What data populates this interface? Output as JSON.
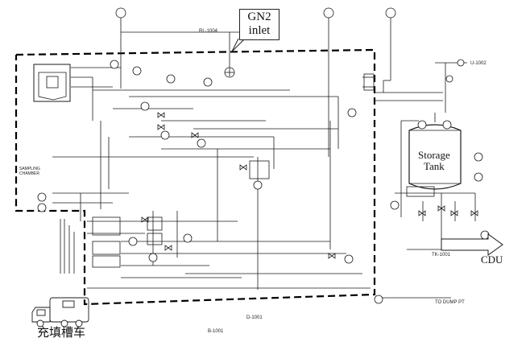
{
  "labels": {
    "gn2_inlet": "GN2\ninlet",
    "storage_tank": "Storage\nTank",
    "cdu": "CDU",
    "truck_cn": "充填槽车",
    "sampling_chamber": "SAMPLING\nCHAMBER",
    "line_rl": "RL-1004",
    "tag_tk": "TK-1001",
    "tag_b": "B-1001",
    "tag_d": "D-1001",
    "tag_top_right": "U-1002",
    "to_dump": "TO DUMP PT"
  },
  "colors": {
    "line": "#1a1a1a",
    "boundary": "#000000",
    "accent_arrow": "#ffffff"
  },
  "icons": {
    "instrument_bubble": "circle-tag-icon",
    "valve": "bowtie-valve-icon",
    "tank": "vertical-tank-icon",
    "truck": "tank-truck-icon",
    "arrow": "outflow-arrow-icon"
  }
}
